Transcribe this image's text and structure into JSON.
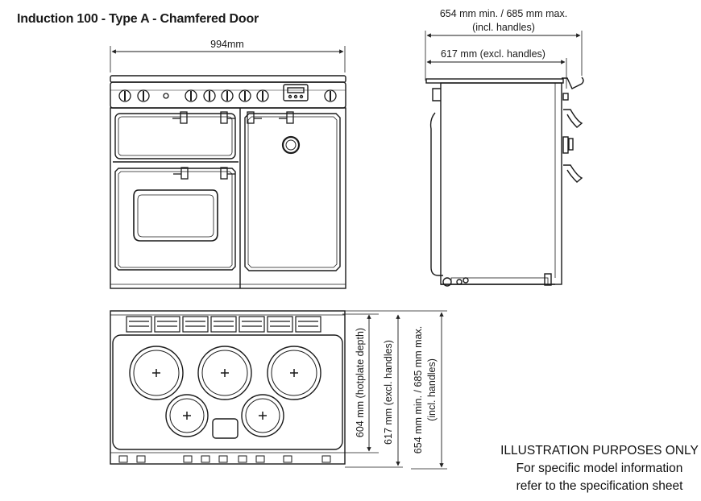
{
  "title": "Induction 100 - Type A - Chamfered Door",
  "front_view": {
    "width_label": "994mm"
  },
  "side_view": {
    "depth_max_line1": "654 mm min. / 685 mm max.",
    "depth_max_line2": "(incl. handles)",
    "depth_excl_label": "617 mm (excl. handles)"
  },
  "top_view": {
    "hotplate_depth_label": "604 mm (hotplate depth)",
    "excl_handles_label": "617 mm (excl. handles)",
    "incl_handles_line1": "654 mm min. / 685 mm max.",
    "incl_handles_line2": "(incl. handles)"
  },
  "notes": {
    "line1": "ILLUSTRATION PURPOSES ONLY",
    "line2": "For specific model information",
    "line3": "refer to the specification sheet"
  }
}
